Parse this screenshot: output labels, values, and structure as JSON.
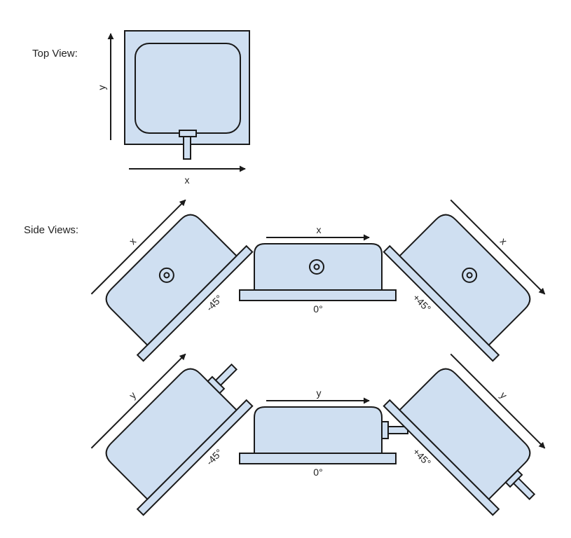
{
  "colors": {
    "box_fill": "#cfdff1",
    "stroke": "#1a1a1a",
    "text": "#222222"
  },
  "labels": {
    "top_view": "Top View:",
    "side_views": "Side Views:",
    "x": "x",
    "y": "y",
    "minus45": "-45°",
    "zero": "0°",
    "plus45": "+45°"
  }
}
